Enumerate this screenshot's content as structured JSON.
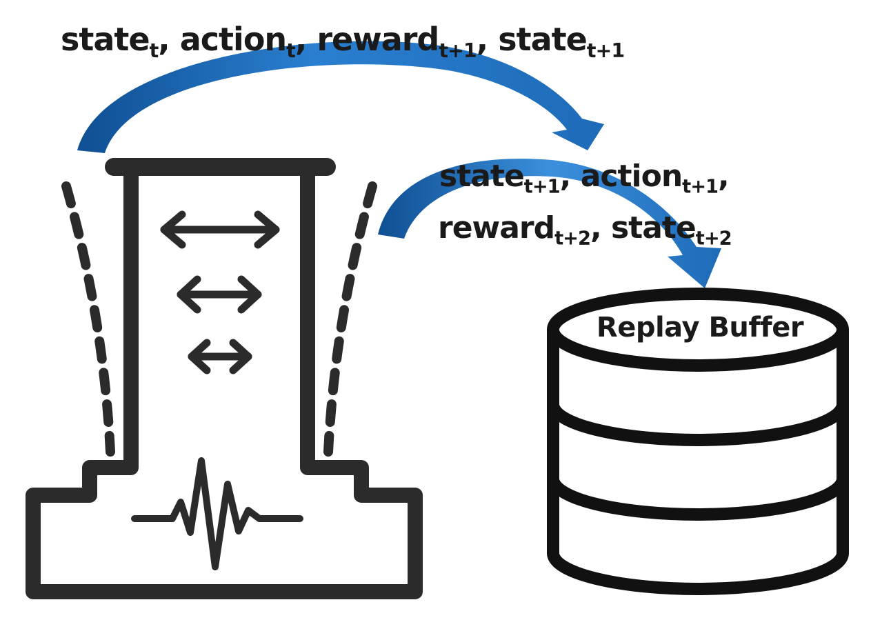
{
  "transition_top": {
    "state": "state",
    "state_sub": "t",
    "action": "action",
    "action_sub": "t",
    "reward": "reward",
    "reward_sub": "t+1",
    "next_state": "state",
    "next_state_sub": "t+1"
  },
  "transition_bottom": {
    "state": "state",
    "state_sub": "t+1",
    "action": "action",
    "action_sub": "t+1",
    "reward": "reward",
    "reward_sub": "t+2",
    "next_state": "state",
    "next_state_sub": "t+2"
  },
  "database": {
    "label": "Replay Buffer"
  },
  "colors": {
    "arrow": "#1e6bb8",
    "arrow_light": "#5fa4e6",
    "icon": "#2b2b2b"
  },
  "icons": {
    "structure": "building-structure-icon",
    "vibration_arrows": "double-arrow-icon",
    "seismic_wave": "seismic-wave-icon",
    "database": "database-icon"
  }
}
